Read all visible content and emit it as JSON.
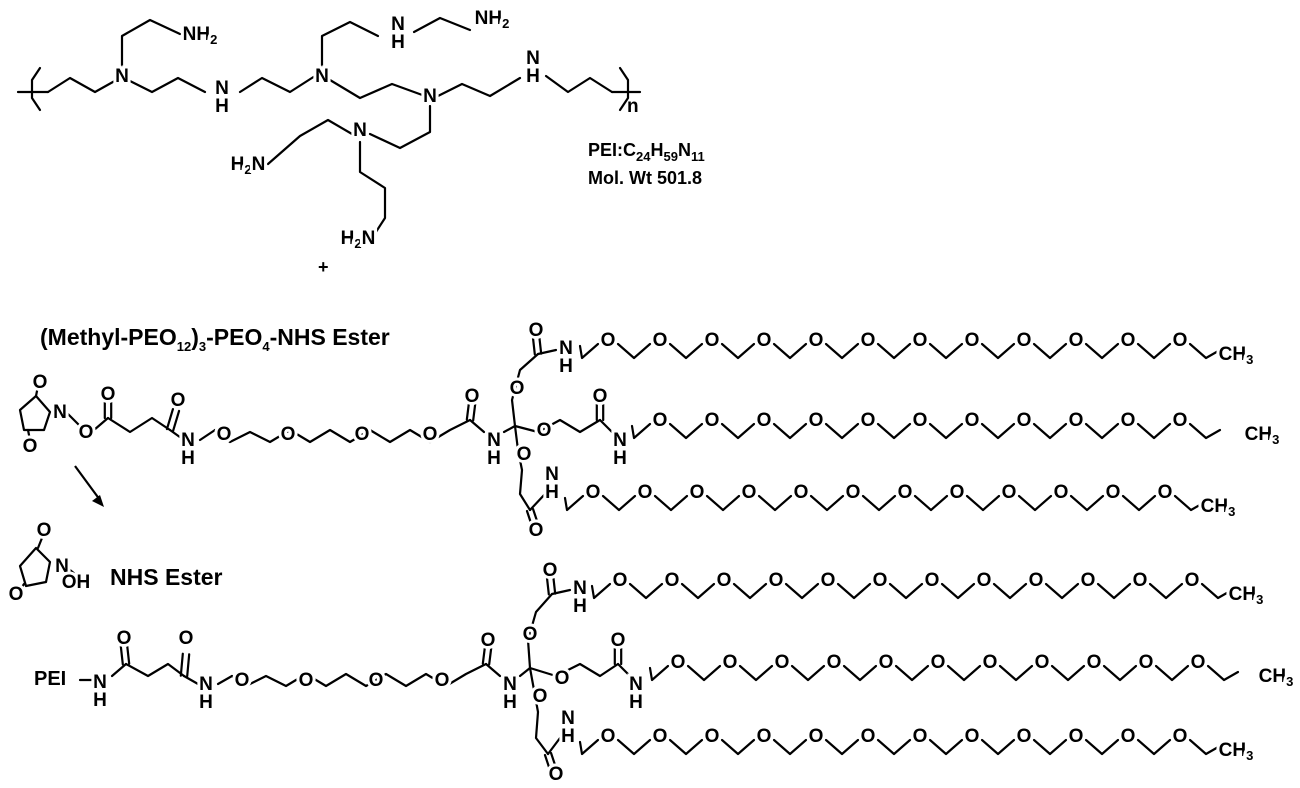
{
  "pei": {
    "formula_prefix": "PEI:C",
    "formula_c": "24",
    "formula_h": "H",
    "formula_h_count": "59",
    "formula_n": "N",
    "formula_n_count": "11",
    "mol_wt": "Mol. Wt 501.8",
    "repeat_n": "n",
    "plus": "+"
  },
  "reagent": {
    "name_part1": "(Methyl-PEO",
    "name_sub1": "12",
    "name_part2": ")",
    "name_sub2": "3",
    "name_part3": "-PEO",
    "name_sub3": "4",
    "name_part4": "-NHS Ester"
  },
  "byproduct": {
    "name": "NHS Ester"
  },
  "product": {
    "pei_label": "PEI"
  },
  "atoms": {
    "n": "N",
    "h": "H",
    "nh2": "NH",
    "h2n": "H",
    "two": "2",
    "o": "O",
    "oh": "OH",
    "ch3": "CH",
    "three": "3"
  }
}
